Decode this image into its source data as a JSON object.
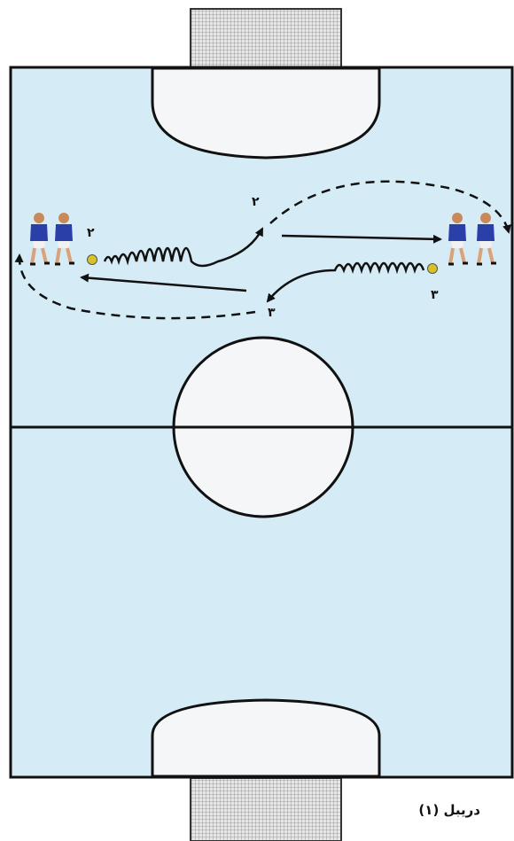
{
  "caption": "دریبل (۱)",
  "labels": {
    "top_center": "۲",
    "left_group": "۲",
    "right_group": "۳",
    "bottom_center": "۳"
  },
  "colors": {
    "field": "#d5ecf7",
    "lines": "#111111",
    "goal_net": "#c8c8c8",
    "player_shirt": "#2a3fa8",
    "player_skin": "#c98a5a",
    "ball": "#d9c227"
  },
  "players": {
    "left_count": 2,
    "right_count": 2
  }
}
